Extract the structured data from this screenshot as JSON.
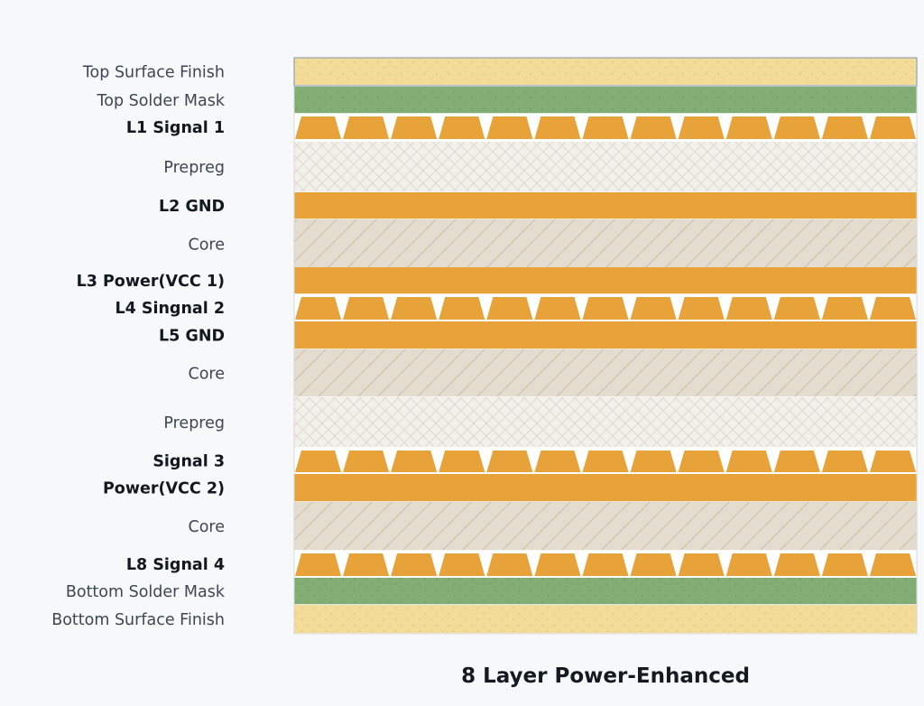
{
  "title": "8 Layer Power-Enhanced",
  "colors": {
    "copper": "#e8a23a",
    "finish": "#f3dc97",
    "solder_mask": "#82ad74",
    "prepreg": "#f2f0ea",
    "core": "#e4dcce",
    "page": "#f7f8fa"
  },
  "layers": [
    {
      "label": "Top Surface Finish",
      "type": "finish",
      "bold": false
    },
    {
      "label": "Top Solder Mask",
      "type": "mask",
      "bold": false
    },
    {
      "label": "L1 Signal 1",
      "type": "signal",
      "bold": true
    },
    {
      "label": "Prepreg",
      "type": "prepreg",
      "bold": false
    },
    {
      "label": "L2 GND",
      "type": "plane",
      "bold": true
    },
    {
      "label": "Core",
      "type": "core",
      "bold": false
    },
    {
      "label": "L3 Power(VCC 1)",
      "type": "plane",
      "bold": true
    },
    {
      "label": "L4 Singnal 2",
      "type": "signal",
      "bold": true
    },
    {
      "label": "L5 GND",
      "type": "plane",
      "bold": true
    },
    {
      "label": "Core",
      "type": "core",
      "bold": false
    },
    {
      "label": "Prepreg",
      "type": "prepreg",
      "bold": false
    },
    {
      "label": "Signal 3",
      "type": "signal",
      "bold": true
    },
    {
      "label": "Power(VCC 2)",
      "type": "plane",
      "bold": true
    },
    {
      "label": "Core",
      "type": "core",
      "bold": false
    },
    {
      "label": "L8 Signal 4",
      "type": "signal",
      "bold": true
    },
    {
      "label": "Bottom Solder Mask",
      "type": "mask",
      "bold": false
    },
    {
      "label": "Bottom Surface Finish",
      "type": "finish",
      "bold": false
    }
  ]
}
